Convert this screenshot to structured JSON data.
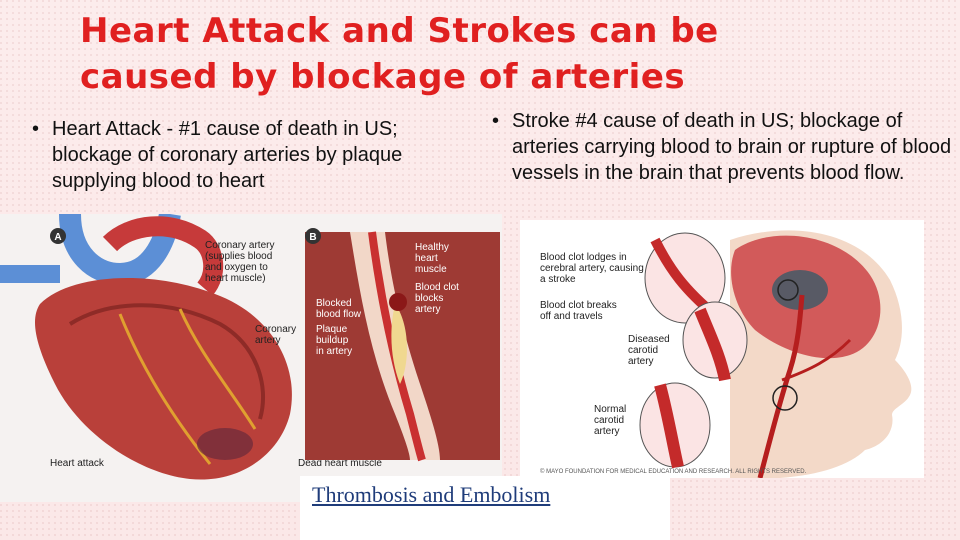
{
  "slide": {
    "title_line1": "Heart Attack and Strokes can be",
    "title_line2": "caused by blockage of arteries",
    "bullet_char": "•",
    "bullet_left": "Heart Attack - #1 cause of death in US; blockage of coronary arteries by plaque supplying blood to heart",
    "bullet_right": "Stroke #4 cause of death in US; blockage of arteries carrying blood to brain or rupture of blood vessels in the brain that prevents blood flow.",
    "link_text": "Thrombosis and Embolism"
  },
  "heart_figure": {
    "panel_a": "A",
    "panel_b": "B",
    "label_coronary_1": "Coronary artery",
    "label_coronary_2": "(supplies blood",
    "label_coronary_3": "and oxygen to",
    "label_coronary_4": "heart muscle)",
    "label_coronary_artery_1": "Coronary",
    "label_coronary_artery_2": "artery",
    "label_heart_attack": "Heart attack",
    "label_dead_muscle": "Dead heart muscle",
    "label_healthy_1": "Healthy",
    "label_healthy_2": "heart",
    "label_healthy_3": "muscle",
    "label_clot_1": "Blood clot",
    "label_clot_2": "blocks",
    "label_clot_3": "artery",
    "label_blocked_1": "Blocked",
    "label_blocked_2": "blood flow",
    "label_plaque_1": "Plaque",
    "label_plaque_2": "buildup",
    "label_plaque_3": "in artery"
  },
  "stroke_figure": {
    "label_lodges_1": "Blood clot lodges in",
    "label_lodges_2": "cerebral artery, causing",
    "label_lodges_3": "a stroke",
    "label_breaks_1": "Blood clot breaks",
    "label_breaks_2": "off and travels",
    "label_diseased_1": "Diseased",
    "label_diseased_2": "carotid",
    "label_diseased_3": "artery",
    "label_normal_1": "Normal",
    "label_normal_2": "carotid",
    "label_normal_3": "artery",
    "copyright": "© MAYO FOUNDATION FOR MEDICAL EDUCATION AND RESEARCH. ALL RIGHTS RESERVED."
  }
}
